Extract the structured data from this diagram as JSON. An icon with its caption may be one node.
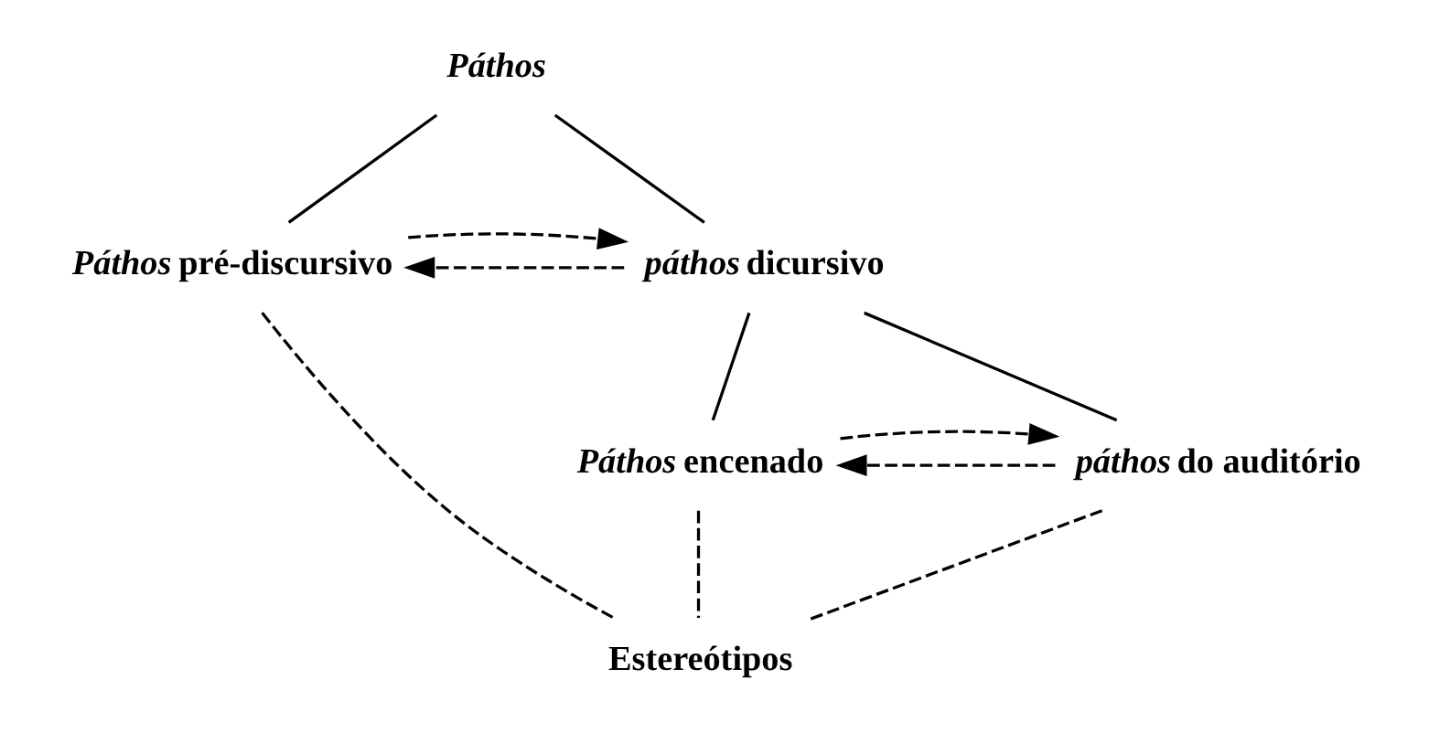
{
  "diagram": {
    "nodes": [
      {
        "text": [
          "Páthos"
        ]
      },
      {
        "text": [
          "*Páthos* pré-discursivo"
        ]
      },
      {
        "text": [
          "*páthos* dicursivo"
        ]
      },
      {
        "text": [
          "*Páthos* encenado"
        ]
      },
      {
        "text": [
          "*páthos* do auditório"
        ]
      },
      {
        "text": [
          "Estereótipos"
        ]
      }
    ],
    "edges": [
      {
        "from": 0,
        "to": 1,
        "arrow": "none"
      },
      {
        "from": 0,
        "to": 2,
        "arrow": "none"
      },
      {
        "from": 2,
        "to": 1,
        "arrow": "to",
        "style": "dashed"
      },
      {
        "from": 1,
        "to": 2,
        "arrow": "to",
        "style": "dashed"
      },
      {
        "from": 2,
        "to": 3,
        "arrow": "none"
      },
      {
        "from": 2,
        "to": 4,
        "arrow": "none"
      },
      {
        "from": 4,
        "to": 3,
        "arrow": "to",
        "style": "dashed"
      },
      {
        "from": 3,
        "to": 4,
        "arrow": "to",
        "style": "dashed"
      },
      {
        "from": 5,
        "to": 1,
        "arrow": "none",
        "style": "dashed"
      },
      {
        "from": 5,
        "to": 3,
        "arrow": "none",
        "style": "dashed"
      },
      {
        "from": 5,
        "to": 4,
        "arrow": "none",
        "style": "dashed"
      }
    ]
  }
}
